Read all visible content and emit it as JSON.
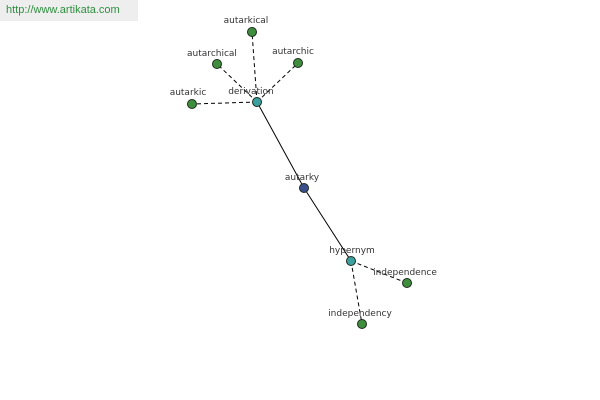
{
  "watermark": "http://www.artikata.com",
  "colors": {
    "center": "#3a4f8c",
    "relation": "#3aa0a0",
    "word": "#3e8e3e"
  },
  "nodes": [
    {
      "id": "autarky",
      "label": "autarky",
      "kind": "center"
    },
    {
      "id": "derivation",
      "label": "derivation",
      "kind": "relation"
    },
    {
      "id": "hypernym",
      "label": "hypernym",
      "kind": "relation"
    },
    {
      "id": "autarkical",
      "label": "autarkical",
      "kind": "word"
    },
    {
      "id": "autarchical",
      "label": "autarchical",
      "kind": "word"
    },
    {
      "id": "autarchic",
      "label": "autarchic",
      "kind": "word"
    },
    {
      "id": "autarkic",
      "label": "autarkic",
      "kind": "word"
    },
    {
      "id": "independence",
      "label": "independence",
      "kind": "word"
    },
    {
      "id": "independency",
      "label": "independency",
      "kind": "word"
    }
  ],
  "edges": [
    {
      "from": "autarky",
      "to": "derivation",
      "style": "solid"
    },
    {
      "from": "autarky",
      "to": "hypernym",
      "style": "solid"
    },
    {
      "from": "derivation",
      "to": "autarkical",
      "style": "dashed"
    },
    {
      "from": "derivation",
      "to": "autarchical",
      "style": "dashed"
    },
    {
      "from": "derivation",
      "to": "autarchic",
      "style": "dashed"
    },
    {
      "from": "derivation",
      "to": "autarkic",
      "style": "dashed"
    },
    {
      "from": "hypernym",
      "to": "independence",
      "style": "dashed"
    },
    {
      "from": "hypernym",
      "to": "independency",
      "style": "dashed"
    }
  ]
}
